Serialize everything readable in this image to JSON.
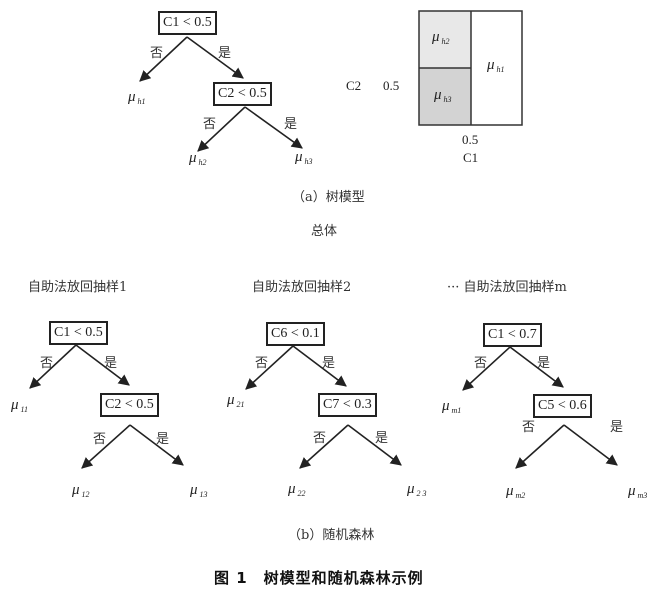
{
  "tree_model": {
    "root": {
      "condition": "C1 < 0.5"
    },
    "child": {
      "condition": "C2 < 0.5"
    },
    "edge_no": "否",
    "edge_yes": "是",
    "leaves": [
      {
        "symbol": "μ",
        "sub": "h1"
      },
      {
        "symbol": "μ",
        "sub": "h2"
      },
      {
        "symbol": "μ",
        "sub": "h3"
      }
    ],
    "caption": "（a）树模型"
  },
  "partition": {
    "regions": [
      {
        "symbol": "μ",
        "sub": "h2",
        "fill": "#e8e8e8"
      },
      {
        "symbol": "μ",
        "sub": "h3",
        "fill": "#d3d3d3"
      },
      {
        "symbol": "μ",
        "sub": "h1",
        "fill": "#ffffff"
      }
    ],
    "y_axis_label": "C2",
    "y_split": "0.5",
    "x_split": "0.5",
    "x_axis_label": "C1"
  },
  "population_label": "总体",
  "forest": {
    "trees": [
      {
        "sample_label": "自助法放回抽样1",
        "root": "C1 < 0.5",
        "child": "C2 < 0.5",
        "leaves": [
          {
            "symbol": "μ",
            "sub": "11"
          },
          {
            "symbol": "μ",
            "sub": "12"
          },
          {
            "symbol": "μ",
            "sub": "13"
          }
        ]
      },
      {
        "sample_label": "自助法放回抽样2",
        "root": "C6 < 0.1",
        "child": "C7 < 0.3",
        "leaves": [
          {
            "symbol": "μ",
            "sub": "21"
          },
          {
            "symbol": "μ",
            "sub": "22"
          },
          {
            "symbol": "μ",
            "sub": "2 3"
          }
        ]
      },
      {
        "sample_label": "···  自助法放回抽样m",
        "root": "C1 < 0.7",
        "child": "C5 < 0.6",
        "leaves": [
          {
            "symbol": "μ",
            "sub": "m1"
          },
          {
            "symbol": "μ",
            "sub": "m2"
          },
          {
            "symbol": "μ",
            "sub": "m3"
          }
        ]
      }
    ],
    "edge_no": "否",
    "edge_yes": "是",
    "caption": "（b）随机森林"
  },
  "figure_title": "图 1　树模型和随机森林示例"
}
